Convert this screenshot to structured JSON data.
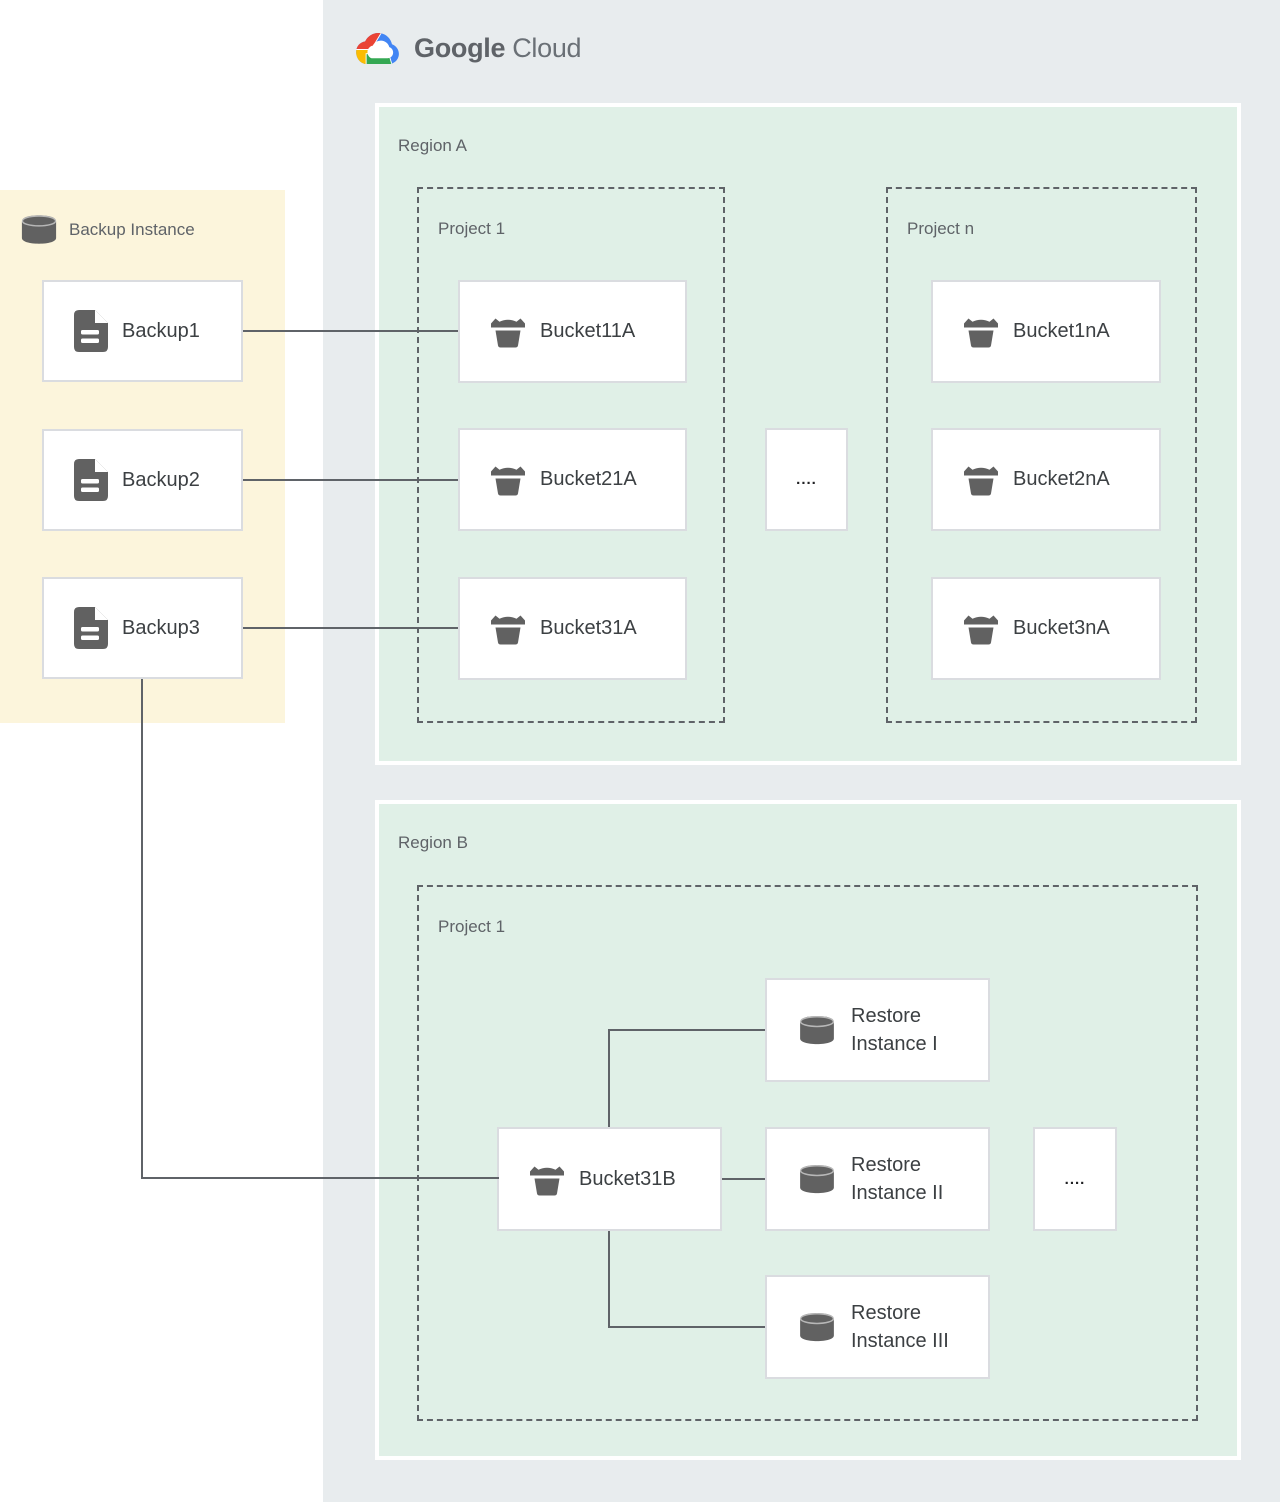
{
  "logo": {
    "text_primary": "Google",
    "text_secondary": "Cloud"
  },
  "backup_panel": {
    "title": "Backup Instance",
    "items": [
      "Backup1",
      "Backup2",
      "Backup3"
    ]
  },
  "region_a": {
    "name": "Region A",
    "project_1": {
      "name": "Project 1",
      "buckets": [
        "Bucket11A",
        "Bucket21A",
        "Bucket31A"
      ]
    },
    "project_n": {
      "name": "Project n",
      "buckets": [
        "Bucket1nA",
        "Bucket2nA",
        "Bucket3nA"
      ]
    },
    "ellipsis": "...."
  },
  "region_b": {
    "name": "Region B",
    "project_1": {
      "name": "Project 1"
    },
    "bucket": "Bucket31B",
    "restores": [
      {
        "line1": "Restore",
        "line2": "Instance I"
      },
      {
        "line1": "Restore",
        "line2": "Instance II"
      },
      {
        "line1": "Restore",
        "line2": "Instance III"
      }
    ],
    "ellipsis": "...."
  },
  "colors": {
    "backup_panel_bg": "#FCF5DC",
    "region_bg": "#E0F0E7",
    "canvas_bg": "#E8ECEE",
    "node_border": "#DADCE0",
    "connector": "#5F6368",
    "icon_gray": "#616161",
    "label_gray": "#5F6368",
    "node_text": "#3C4043",
    "logo_blue": "#4285F4",
    "logo_red": "#EA4335",
    "logo_yellow": "#FBBC04",
    "logo_green": "#34A853"
  }
}
